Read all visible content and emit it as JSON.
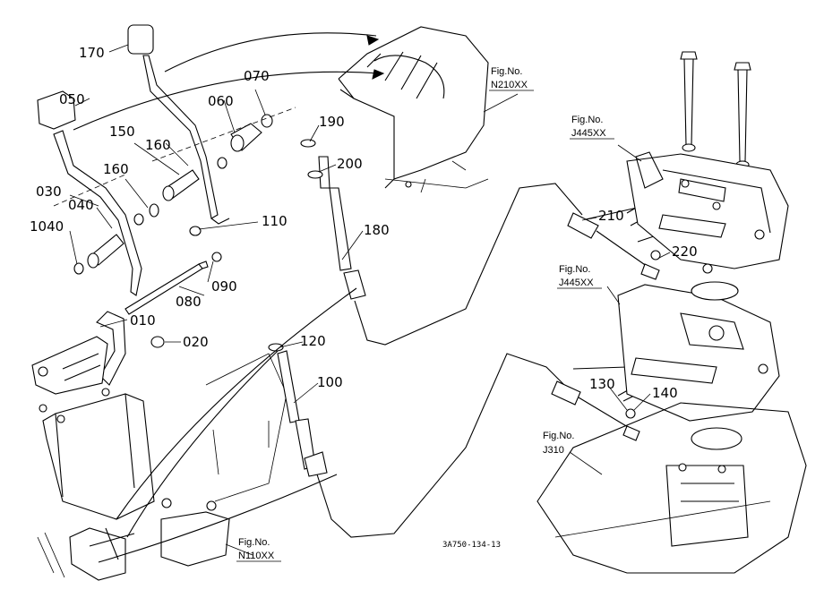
{
  "part_labels": [
    "170",
    "050",
    "060",
    "070",
    "150",
    "160",
    "160",
    "030",
    "040",
    "1040",
    "190",
    "200",
    "110",
    "180",
    "090",
    "080",
    "010",
    "020",
    "120",
    "100",
    "210",
    "220",
    "130",
    "140"
  ],
  "figure_refs": [
    "Fig.No.",
    "N210XX",
    "Fig.No.",
    "J445XX",
    "Fig.No.",
    "J445XX",
    "Fig.No.",
    "J310",
    "Fig.No.",
    "N110XX"
  ],
  "drawing_id": "3A750-134-13",
  "colors": {
    "line": "#000000",
    "background": "#ffffff"
  }
}
